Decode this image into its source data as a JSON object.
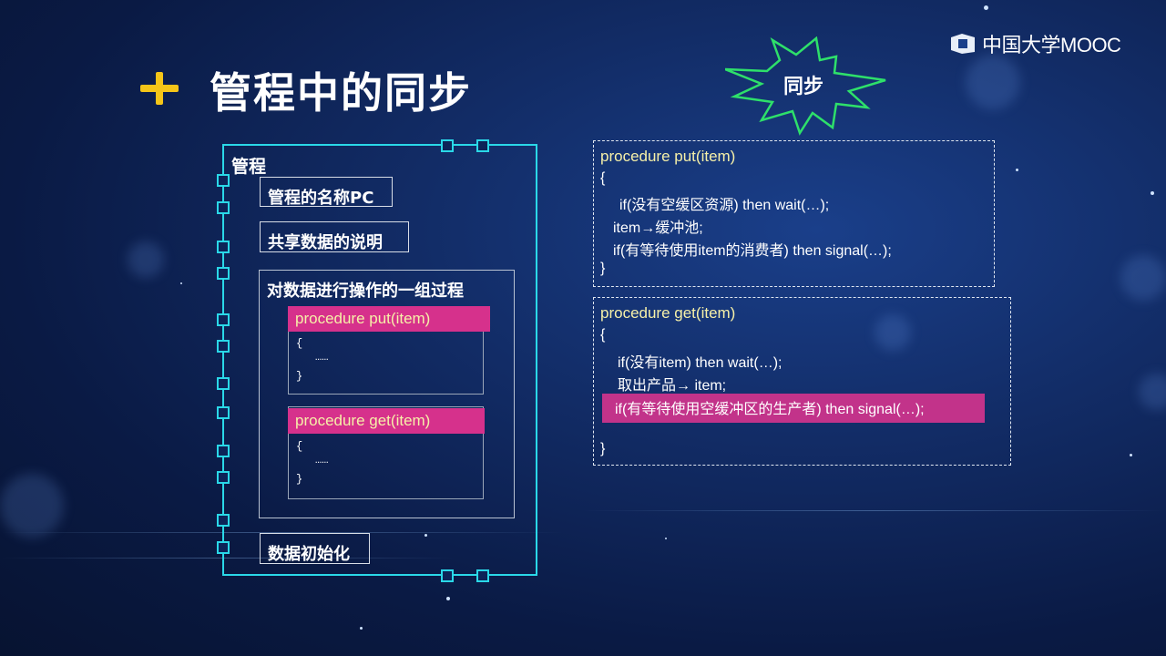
{
  "logo": {
    "text": "中国大学MOOC"
  },
  "slide": {
    "title": "管程中的同步"
  },
  "monitor": {
    "label": "管程",
    "name_box": "管程的名称PC",
    "shared_box": "共享数据的说明",
    "ops_title": "对数据进行操作的一组过程",
    "put_proc": {
      "header": "procedure put(item)",
      "open": "{",
      "body": "……",
      "close": "}"
    },
    "get_proc": {
      "header": "procedure get(item)",
      "open": "{",
      "body": "……",
      "close": "}"
    },
    "init_box": "数据初始化"
  },
  "badge": {
    "text": "同步"
  },
  "put_code": {
    "lines": [
      "procedure put(item)",
      "{",
      "if(没有空缓区资源) then wait(…);",
      "item→缓冲池;",
      "if(有等待使用item的消费者) then signal(…);",
      "}"
    ]
  },
  "get_code": {
    "lines": [
      "procedure get(item)",
      "{",
      "if(没有item) then wait(…);",
      "取出产品→ item;",
      "if(有等待使用空缓冲区的生产者)   then signal(…);",
      "}"
    ]
  },
  "colors": {
    "accent_yellow": "#f5c518",
    "frame_cyan": "#2ad8e8",
    "highlight_pink": "#d6318c"
  }
}
